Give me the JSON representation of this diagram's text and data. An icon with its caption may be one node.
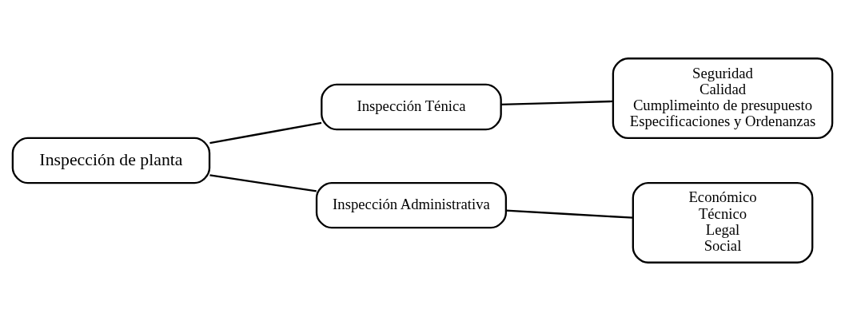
{
  "diagram": {
    "nodes": [
      {
        "text": [
          "Inspección de planta"
        ]
      },
      {
        "text": [
          "Inspección Ténica"
        ]
      },
      {
        "text": [
          "Seguridad",
          "Calidad",
          "Cumplimeinto de presupuesto",
          "Especificaciones y Ordenanzas"
        ]
      },
      {
        "text": [
          "Inspección Administrativa"
        ]
      },
      {
        "text": [
          "Económico",
          "Técnico",
          "Legal",
          "Social"
        ]
      }
    ],
    "edges": [
      {
        "from": 0,
        "to": 1,
        "arrow": "none"
      },
      {
        "from": 0,
        "to": 3,
        "arrow": "none"
      },
      {
        "from": 1,
        "to": 2,
        "arrow": "none"
      },
      {
        "from": 3,
        "to": 4,
        "arrow": "none"
      }
    ]
  }
}
